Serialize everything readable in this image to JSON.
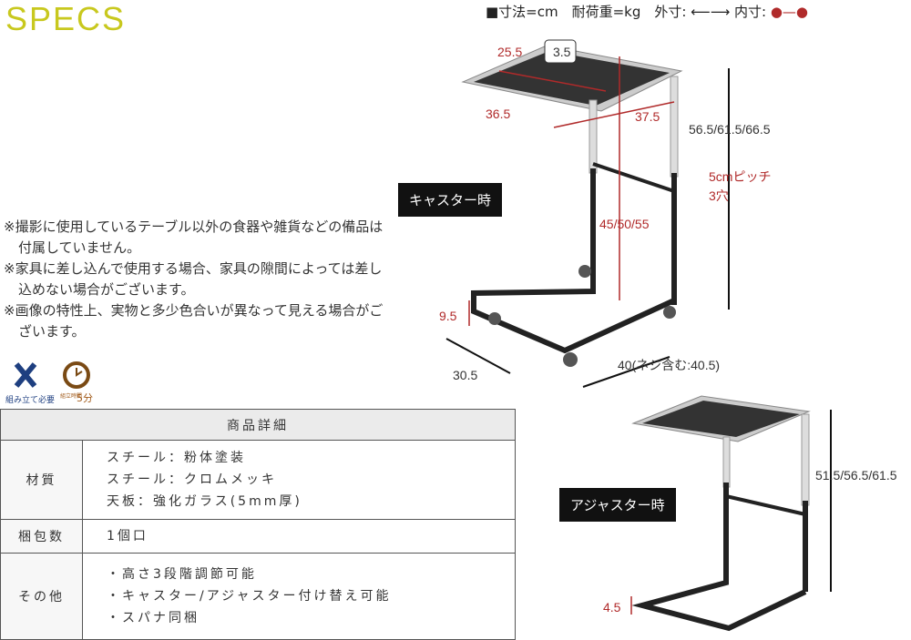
{
  "title": "SPECS",
  "legend": {
    "text": "■寸法=cm　耐荷重=kg　外寸:",
    "inner": "内寸:"
  },
  "notes": [
    "※撮影に使用しているテーブル以外の食器や雑貨などの備品は付属していません。",
    "※家具に差し込んで使用する場合、家具の隙間によっては差し込めない場合がございます。",
    "※画像の特性上、実物と多少色合いが異なって見える場合がございます。"
  ],
  "icons": {
    "assembly": "組み立て必要",
    "time_label": "組立時間",
    "time": "5分"
  },
  "table": {
    "header": "商品詳細",
    "rows": [
      {
        "label": "材質",
        "values": [
          "スチール：粉体塗装",
          "スチール：クロムメッキ",
          "天板：強化ガラス(5mm厚)"
        ]
      },
      {
        "label": "梱包数",
        "values": [
          "1個口"
        ]
      },
      {
        "label": "その他",
        "values": [
          "・高さ3段階調節可能",
          "・キャスター/アジャスター付け替え可能",
          "・スパナ同梱"
        ]
      }
    ]
  },
  "diagram": {
    "caster_label": "キャスター時",
    "adjuster_label": "アジャスター時",
    "load": "3.5",
    "top_depth": "25.5",
    "top_width": "37.5",
    "depth_outer": "36.5",
    "height_caster": "56.5/61.5/66.5",
    "pitch": "5cmピッチ",
    "holes": "3穴",
    "inner_height": "45/50/55",
    "caster_h": "9.5",
    "base_depth": "30.5",
    "base_width": "40(ネジ含む:40.5)",
    "height_adjuster": "51.5/56.5/61.5",
    "adjuster_h": "4.5"
  }
}
